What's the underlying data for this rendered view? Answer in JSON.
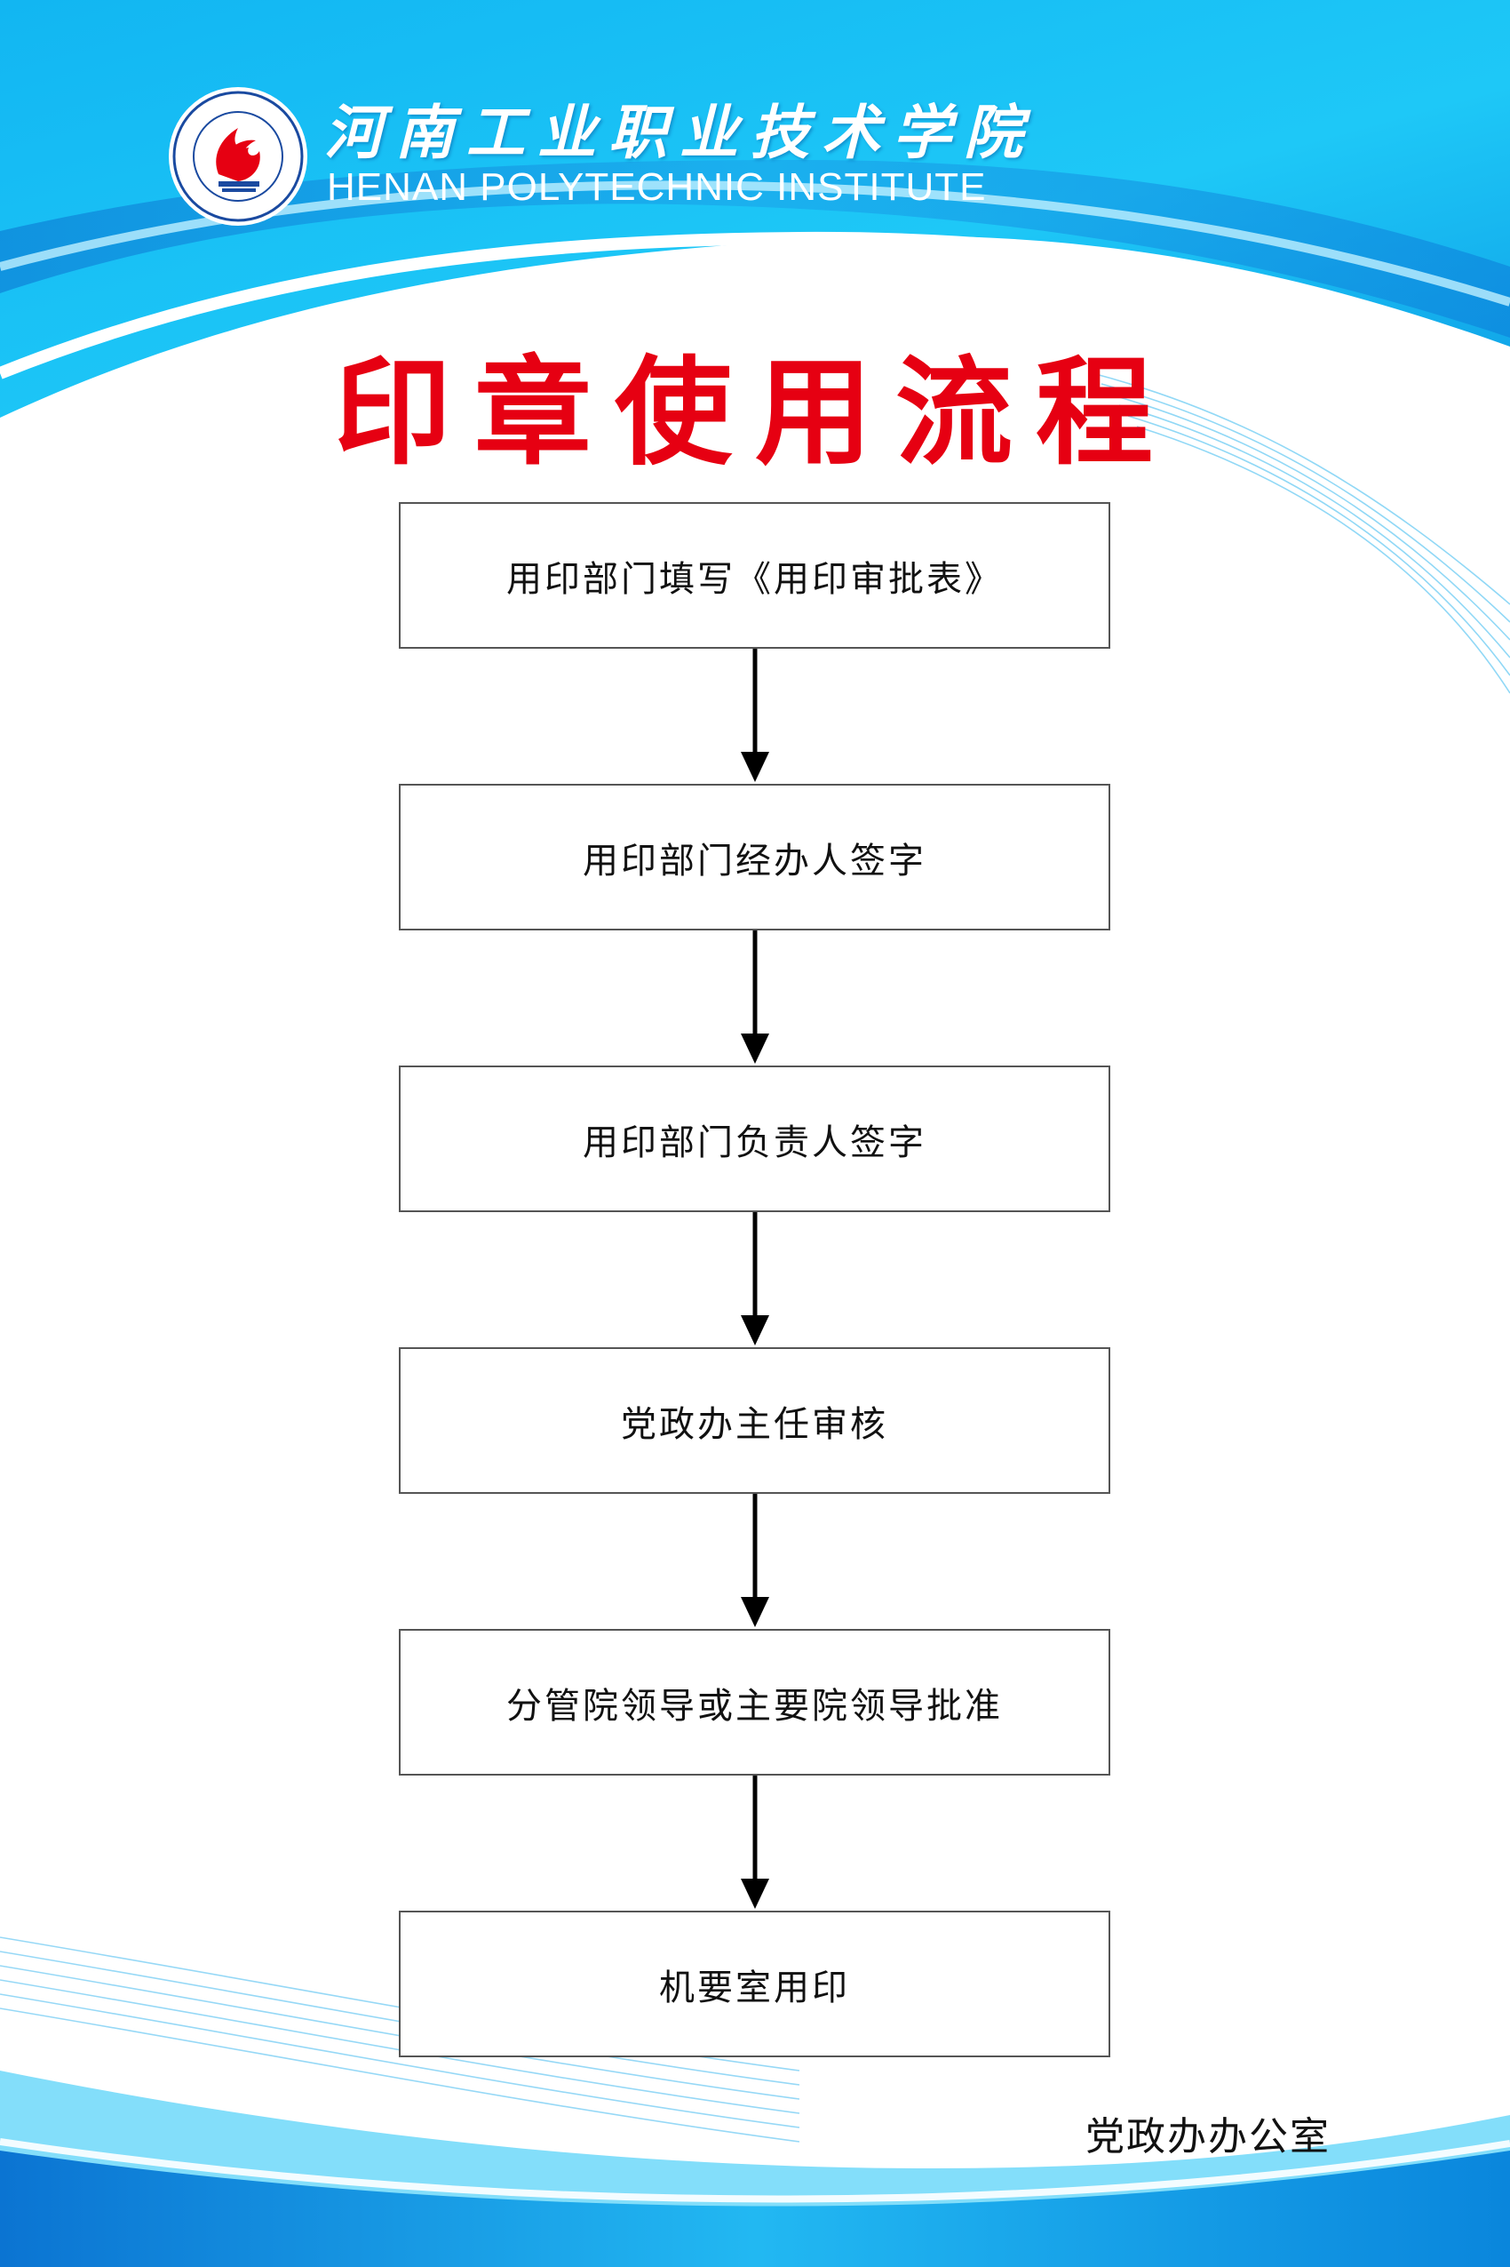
{
  "header": {
    "name_cn": "河南工业职业技术学院",
    "name_en": "HENAN POLYTECHNIC INSTITUTE"
  },
  "title": "印章使用流程",
  "steps": [
    "用印部门填写《用印审批表》",
    "用印部门经办人签字",
    "用印部门负责人签字",
    "党政办主任审核",
    "分管院领导或主要院领导批准",
    "机要室用印"
  ],
  "footer": "党政办办公室",
  "colors": {
    "title": "#e60012",
    "banner_light": "#18c3f4",
    "banner_dark": "#0a7fd6",
    "box_border": "#555555",
    "arrow": "#000000"
  }
}
